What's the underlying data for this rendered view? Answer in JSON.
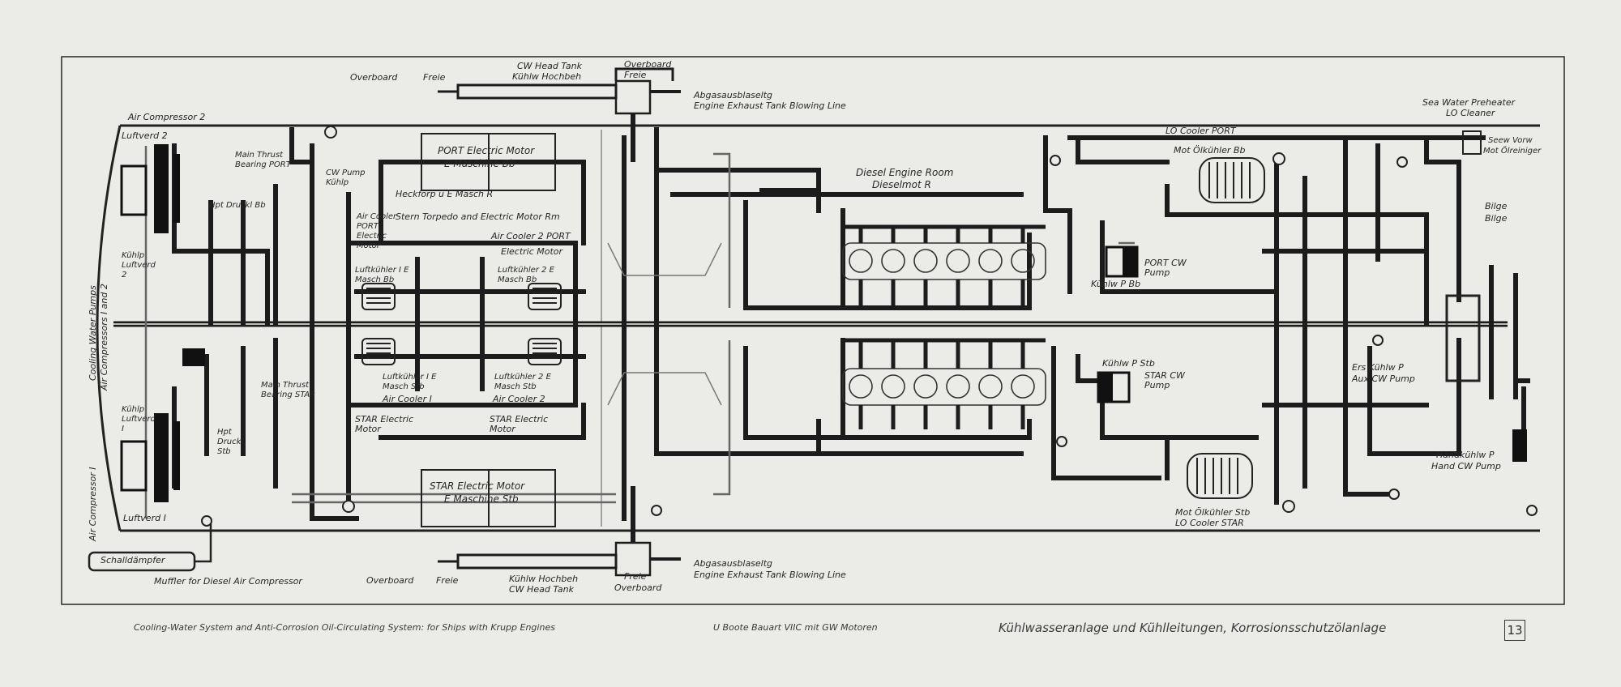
{
  "labels": {
    "overboard_top": "Overboard",
    "freie_top": "Freie",
    "cw_head_tank_top": "CW Head Tank",
    "kuhlw_hochbeh_top": "Kühlw Hochbeh",
    "overboard_top2": "Overboard",
    "freie_top2": "Freie",
    "abgas_top": "Abgasausblaseltg",
    "exhaust_top": "Engine Exhaust Tank Blowing Line",
    "air_compressor_2": "Air Compressor 2",
    "sea_water_preheater": "Sea Water Preheater",
    "lo_cleaner": "LO Cleaner",
    "luftverd_2": "Luftverd 2",
    "main_thrust_bearing_port": "Main Thrust Bearing PORT",
    "hpt_druckl_bb": "Hpt Druckl Bb",
    "cw_pump_kuhlp": "CW Pump Kühlp",
    "port_electric_motor": "PORT Electric Motor",
    "e_maschine_bb": "E Maschine Bb",
    "heckforp": "Heckforp u E Masch R",
    "stern_torpedo": "Stern Torpedo and Electric Motor Rm",
    "air_cooler_port": "Air Cooler PORT Electric Motor",
    "luftkuhler_i_bb": "Luftkühler I E Masch Bb",
    "air_cooler_2_port": "Air Cooler 2 PORT",
    "electric_motor_top": "Electric Motor",
    "luftkuhler_2_bb": "Luftkühler 2 E Masch Bb",
    "diesel_engine_room": "Diesel Engine Room",
    "dieselmot_r": "Dieselmot R",
    "lo_cooler_port": "LO Cooler PORT",
    "mot_olkuhler_bb": "Mot Ölkühler Bb",
    "seew_vorw": "Seew Vorw",
    "mot_olreiniger": "Mot Ölreiniger",
    "bilge": "Bilge",
    "bilge_de": "Bilge",
    "port_cw_pump": "PORT CW Pump",
    "kuhlw_p_bb": "Kühlw P Bb",
    "kuhlp_luftverd_2": "Kühlp Luftverd 2",
    "cooling_water_pumps": "Cooling Water Pumps",
    "air_compressors": "Air Compressors I and 2",
    "luftkuhler_i_stb": "Luftkühler I E Masch Stb",
    "air_cooler_i": "Air Cooler I",
    "luftkuhler_2_stb": "Luftkühler 2 E Masch Stb",
    "air_cooler_2": "Air Cooler 2",
    "main_thrust_bearing_star": "Main Thrust Bearing STAR",
    "hpt_druckl_stb": "Hpt Druckl Stb",
    "kuhlp_luftverd_i": "Kühlp Luftverd I",
    "star_electric_motor_l": "STAR Electric Motor",
    "star_electric_motor_r": "STAR Electric Motor",
    "star_electric_motor_box": "STAR Electric Motor",
    "e_maschine_stb": "E Maschine Stb",
    "kuhlw_p_stb": "Kühlw P Stb",
    "star_cw_pump": "STAR CW Pump",
    "ers_kuhlw_p": "Ers Kühlw P",
    "aux_cw_pump": "Aux CW Pump",
    "handkuhlw_p": "Handkühlw P",
    "hand_cw_pump": "Hand CW Pump",
    "mot_olkuhler_stb": "Mot Ölkühler Stb",
    "lo_cooler_star": "LO Cooler STAR",
    "air_compressor_1": "Air Compressor I",
    "luftverd_1": "Luftverd I",
    "schalldampfer": "Schalldämpfer",
    "muffler": "Muffler for Diesel Air Compressor",
    "overboard_bot": "Overboard",
    "freie_bot": "Freie",
    "kuhlw_hochbeh_bot": "Kühlw Hochbeh",
    "cw_head_tank_bot": "CW Head Tank",
    "freie_bot2": "Freie",
    "overboard_bot2": "Overboard",
    "abgas_bot": "Abgasausblaseltg",
    "exhaust_bot": "Engine Exhaust Tank Blowing Line"
  },
  "captions": {
    "english": "Cooling-Water System and Anti-Corrosion Oil-Circulating System: for Ships with Krupp Engines",
    "boat_type": "U Boote Bauart VIIC mit GW Motoren",
    "german": "Kühlwasseranlage und Kühlleitungen, Korrosionsschutzölanlage",
    "page": "13"
  },
  "colors": {
    "paper": "#ebebe7",
    "ink": "#262626",
    "pipe": "#1c1c1c",
    "light_pipe": "#7a7a7a"
  }
}
